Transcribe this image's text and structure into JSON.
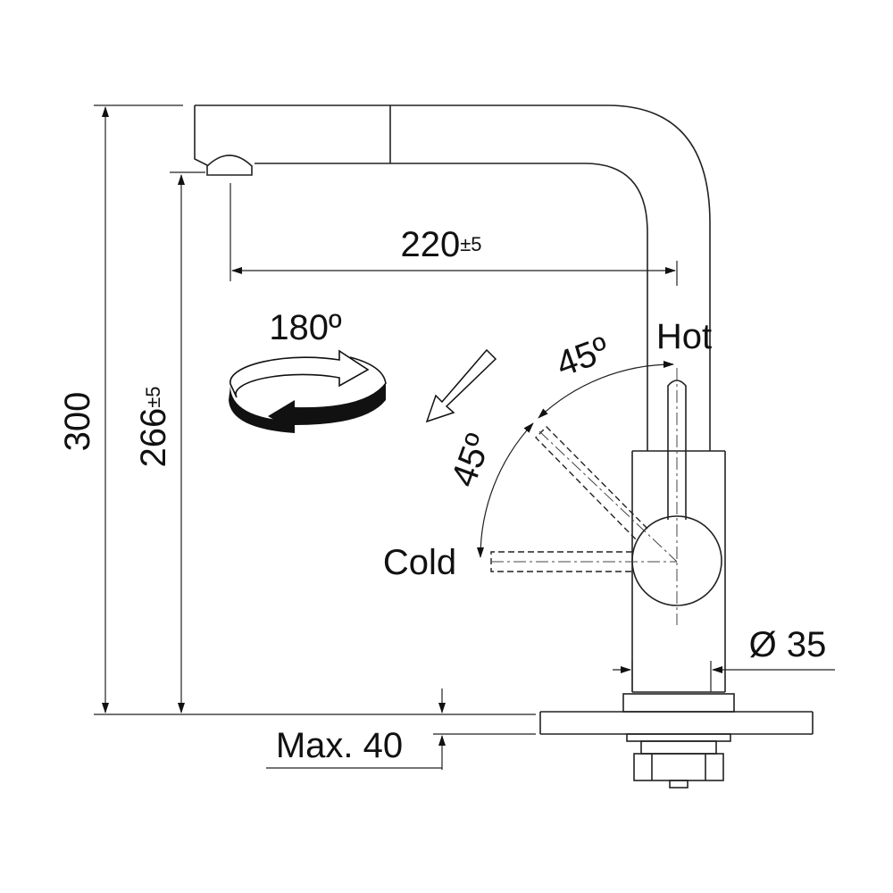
{
  "dimensions": {
    "overall_height": "300",
    "spout_height": {
      "value": "266",
      "tolerance": "±5"
    },
    "spout_reach": {
      "value": "220",
      "tolerance": "±5"
    },
    "diameter": "Ø 35",
    "max_thickness": "Max. 40"
  },
  "angles": {
    "rotation": "180º",
    "hot_angle": "45º",
    "cold_angle": "45º"
  },
  "labels": {
    "hot": "Hot",
    "cold": "Cold"
  }
}
